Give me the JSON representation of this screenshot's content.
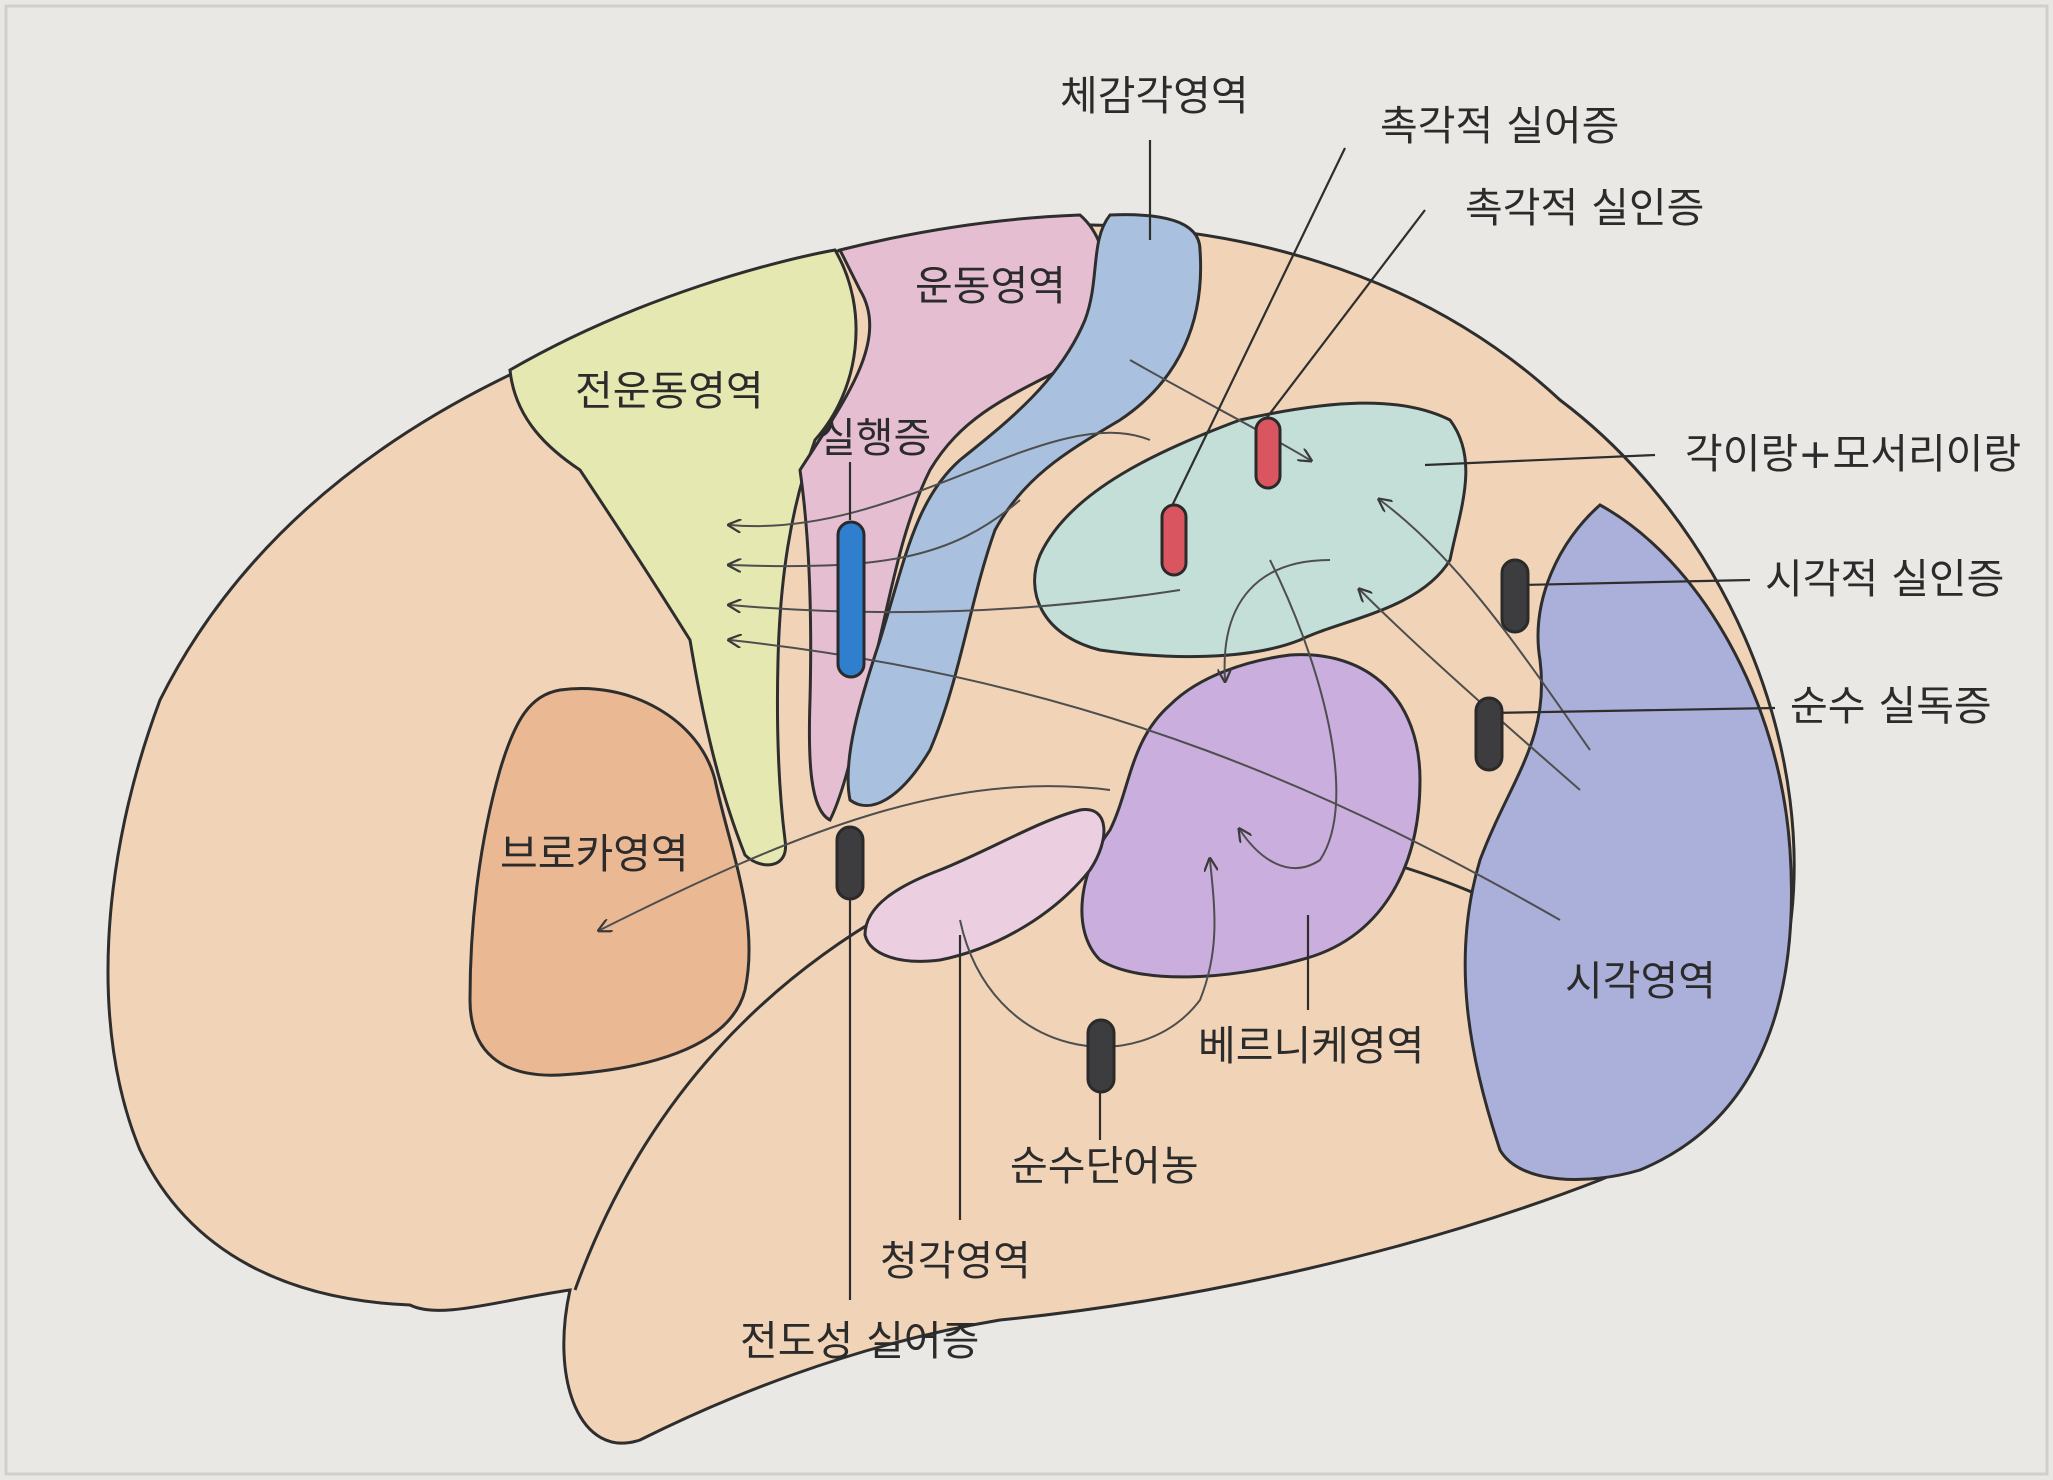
{
  "diagram": {
    "colors": {
      "cortex": "#f1d4b7",
      "premotor": "#e6e8b2",
      "motor": "#e6bed2",
      "somatosensory": "#a9c1df",
      "angular": "#c4dfd8",
      "broca": "#eab893",
      "auditory": "#ebcfe0",
      "wernicke": "#c9aede",
      "visual": "#abb0da",
      "lesion_dark": "#3d3d40",
      "lesion_red": "#d9555f",
      "lesion_blue": "#2f7fce"
    },
    "labels": {
      "premotor": "전운동영역",
      "motor": "운동영역",
      "somatosensory": "체감각영역",
      "tactile_aphasia": "촉각적 실어증",
      "tactile_agnosia": "촉각적 실인증",
      "angular_gyrus": "각이랑+모서리이랑",
      "visual_agnosia": "시각적 실인증",
      "pure_alexia": "순수 실독증",
      "apraxia": "실행증",
      "broca": "브로카영역",
      "visual_area": "시각영역",
      "wernicke": "베르니케영역",
      "pure_word_deafness": "순수단어농",
      "auditory": "청각영역",
      "conduction_aphasia": "전도성 실어증"
    }
  }
}
